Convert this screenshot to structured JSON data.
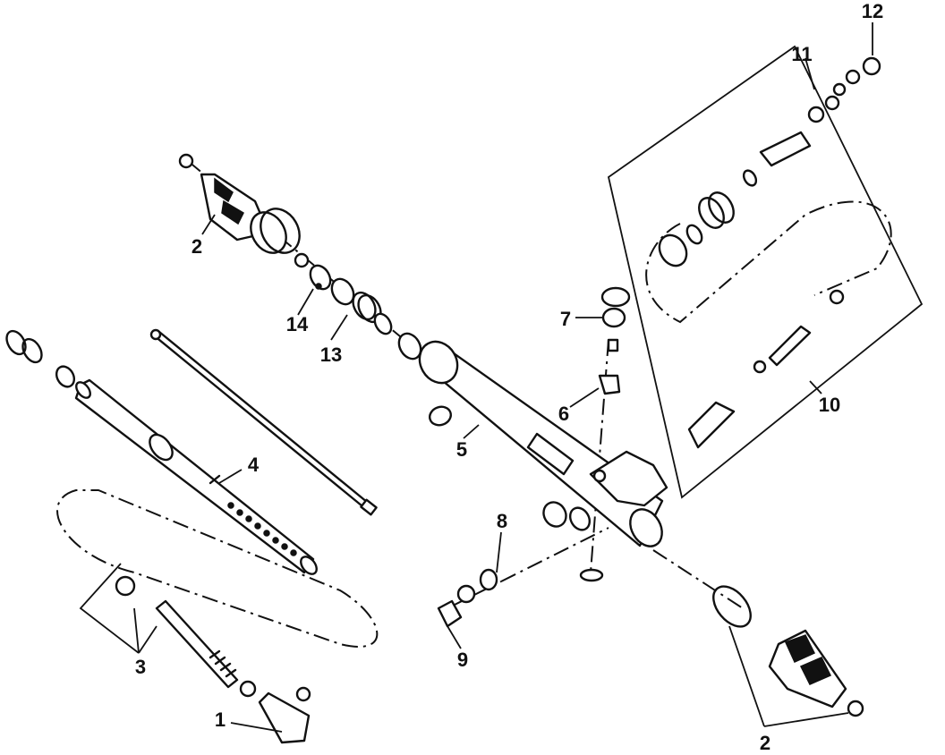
{
  "callouts": {
    "c1": "1",
    "c2_upper": "2",
    "c2_lower": "2",
    "c3": "3",
    "c4": "4",
    "c5": "5",
    "c6": "6",
    "c7": "7",
    "c8": "8",
    "c9": "9",
    "c10": "10",
    "c11": "11",
    "c12": "12",
    "c13": "13",
    "c14": "14"
  }
}
